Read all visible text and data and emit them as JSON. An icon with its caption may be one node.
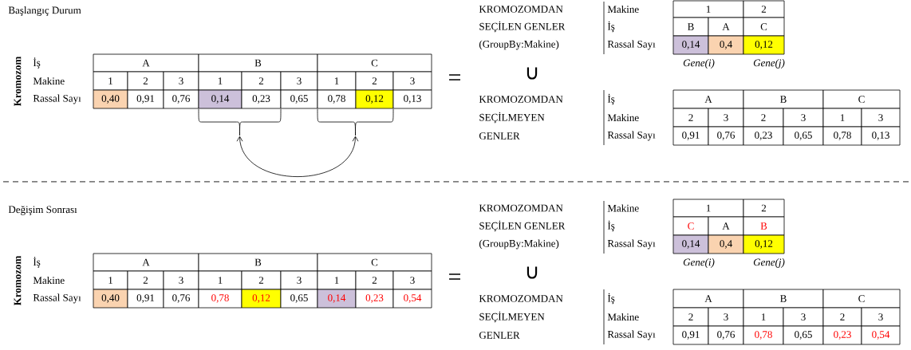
{
  "diagram": {
    "nodes": [
      {
        "text": [],
        "shape": "brace"
      },
      {
        "text": [],
        "shape": "brace"
      }
    ],
    "edges": [
      {
        "from": 0,
        "to": 1,
        "arrow": "both"
      }
    ],
    "labels": [
      "Başlangıç Durum",
      "Kromozom",
      "İş",
      "A",
      "B",
      "C",
      "Makine",
      "1",
      "2",
      "3",
      "1",
      "2",
      "3",
      "1",
      "2",
      "3",
      "Rassal Sayı",
      "0,40",
      "0,91",
      "0,76",
      "0,14",
      "0,23",
      "0,65",
      "0,78",
      "0,12",
      "0,13",
      "=",
      "KROMOZOMDAN",
      "Makine",
      "1",
      "2",
      "SEÇİLEN GENLER",
      "İş",
      "B",
      "A",
      "C",
      "(GroupBy:Makine)",
      "Rassal Sayı",
      "0,14",
      "0,4",
      "0,12",
      "Gene(i)",
      "Gene(j)",
      "∪",
      "KROMOZOMDAN",
      "İş",
      "A",
      "B",
      "C",
      "SEÇİLMEYEN",
      "Makine",
      "2",
      "3",
      "2",
      "3",
      "1",
      "3",
      "GENLER",
      "Rassal Sayı",
      "0,91",
      "0,76",
      "0,23",
      "0,65",
      "0,78",
      "0,13",
      "Değişim Sonrası",
      "Kromozom",
      "İş",
      "A",
      "B",
      "C",
      "Makine",
      "1",
      "2",
      "3",
      "1",
      "2",
      "3",
      "1",
      "2",
      "3",
      "Rassal Sayı",
      "0,40",
      "0,91",
      "0,76",
      "0,78",
      "0,12",
      "0,65",
      "0,14",
      "0,23",
      "0,54",
      "=",
      "KROMOZOMDAN",
      "Makine",
      "1",
      "2",
      "SEÇİLEN GENLER",
      "İş",
      "C",
      "A",
      "B",
      "(GroupBy:Makine)",
      "Rassal Sayı",
      "0,14",
      "0,4",
      "0,12",
      "Gene(i)",
      "Gene(j)",
      "∪",
      "KROMOZOMDAN",
      "İş",
      "A",
      "B",
      "C",
      "SEÇİLMEYEN",
      "Makine",
      "2",
      "3",
      "1",
      "3",
      "2",
      "3",
      "GENLER",
      "Rassal Sayı",
      "0,91",
      "0,76",
      "0,78",
      "0,65",
      "0,23",
      "0,54"
    ]
  }
}
